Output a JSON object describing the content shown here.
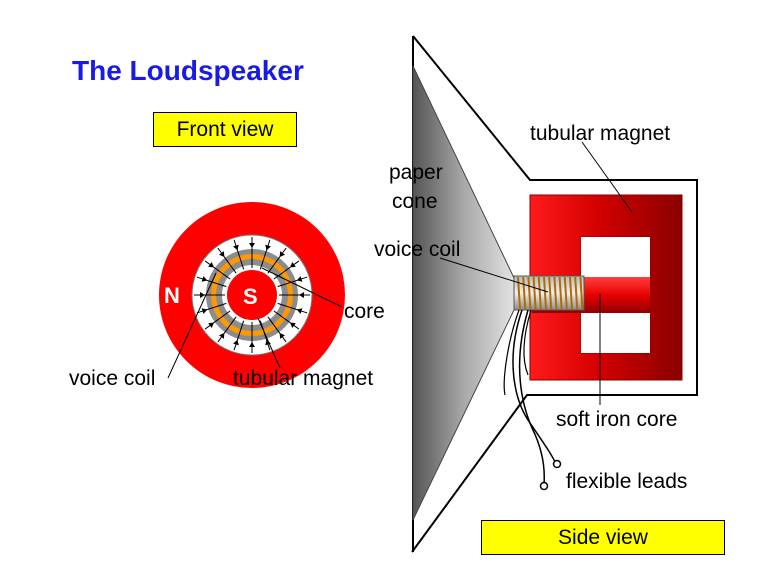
{
  "title": "The Loudspeaker",
  "front_view_label": "Front view",
  "side_view_label": "Side view",
  "pole_north": "N",
  "pole_south": "S",
  "labels": {
    "tubular_magnet_top": "tubular magnet",
    "paper": "paper",
    "cone": "cone",
    "voice_coil_right": "voice coil",
    "core": "core",
    "voice_coil_left": "voice coil",
    "tubular_magnet_bottom": "tubular magnet",
    "soft_iron_core": "soft iron core",
    "flexible_leads": "flexible leads"
  },
  "colors": {
    "title": "#1a1ae6",
    "label_box": "#ffff00",
    "magnet": "#ff0000",
    "coil": "#ff9900",
    "cone": "#808080"
  }
}
